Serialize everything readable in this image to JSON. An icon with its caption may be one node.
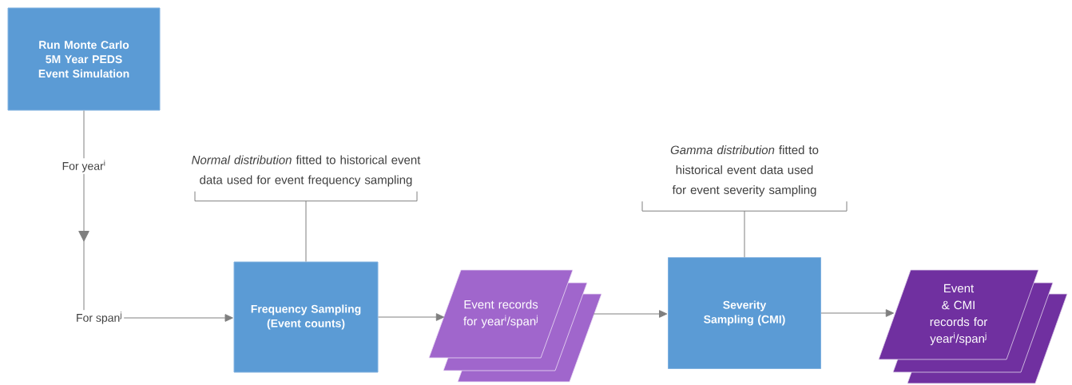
{
  "diagram": {
    "nodes": [
      {
        "text": [
          "Run Monte Carlo 5M Year PEDS Event Simulation"
        ]
      },
      {
        "text": [
          "For year$^{i}$"
        ]
      },
      {
        "text": [
          "*Normal distribution* fitted to historical event data used for event frequency sampling"
        ]
      },
      {
        "text": [
          "For span$^{j}$"
        ]
      },
      {
        "text": [
          "Frequency Sampling (Event counts)"
        ]
      },
      {
        "text": [
          "Event records for year$^{i}$/span$^{j}$"
        ]
      },
      {
        "text": [
          "*Gamma distribution* fitted to historical event data used for event severity sampling"
        ]
      },
      {
        "text": [
          "Severity Sampling (CMI)"
        ]
      },
      {
        "text": [
          "Event & CMI records for year$^{i}$/span$^{j}$"
        ]
      }
    ],
    "edges": [
      {
        "from": 0,
        "to": 1,
        "arrow": "none"
      },
      {
        "from": 1,
        "to": 3,
        "arrow": "to"
      },
      {
        "from": 3,
        "to": 4,
        "arrow": "to"
      },
      {
        "from": 4,
        "to": 5,
        "arrow": "to"
      },
      {
        "from": 5,
        "to": 7,
        "arrow": "to"
      },
      {
        "from": 7,
        "to": 8,
        "arrow": "to"
      },
      {
        "from": 2,
        "to": 4,
        "arrow": "none"
      },
      {
        "from": 6,
        "to": 7,
        "arrow": "none"
      }
    ]
  }
}
